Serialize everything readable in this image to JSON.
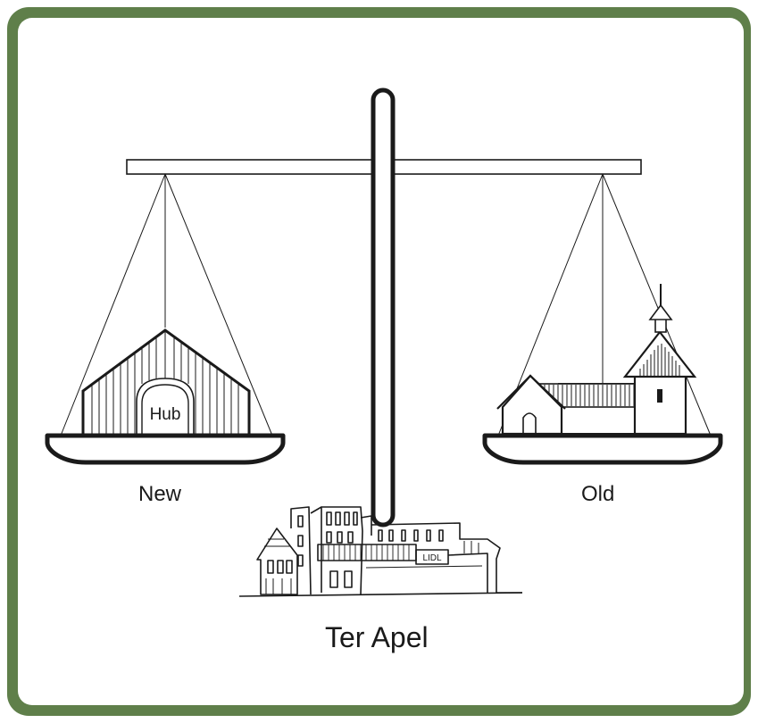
{
  "labels": {
    "left_pan": "New",
    "right_pan": "Old",
    "base": "Ter Apel"
  },
  "hub_sign": "Hub",
  "shop_sign": "LIDL",
  "colors": {
    "frame": "#5f7f4a",
    "background": "#ffffff",
    "ink": "#1a1a1a"
  }
}
